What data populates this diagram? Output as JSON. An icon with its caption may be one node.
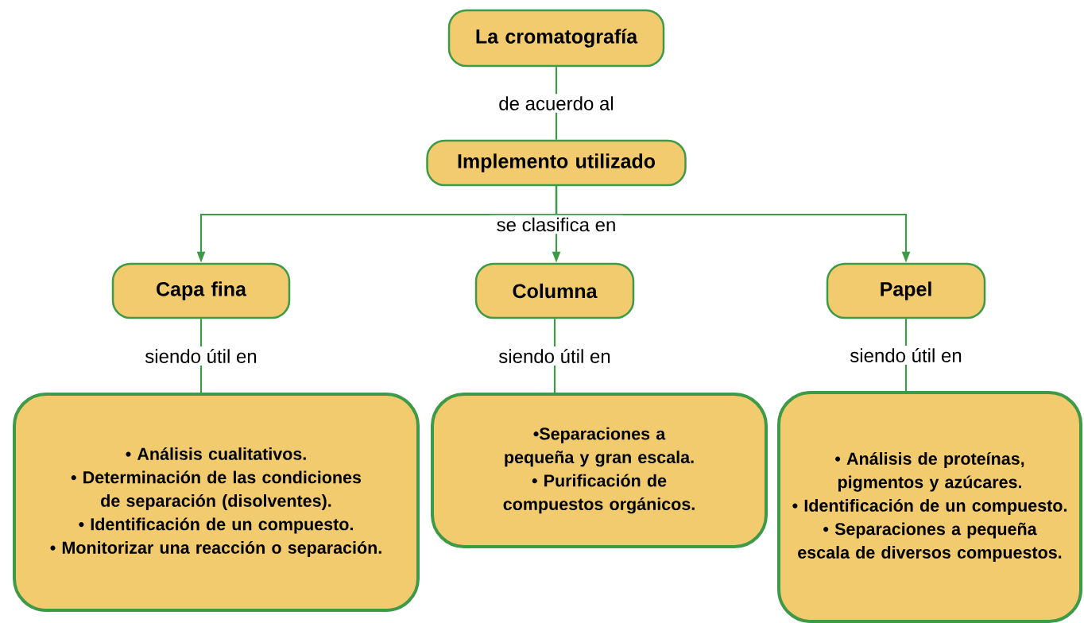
{
  "diagram": {
    "nodes": [
      {
        "text": [
          "La cromatografía"
        ]
      },
      {
        "text": [
          "Implemento utilizado"
        ]
      },
      {
        "text": [
          "Capa fina"
        ]
      },
      {
        "text": [
          "Columna"
        ]
      },
      {
        "text": [
          "Papel"
        ]
      },
      {
        "text": [
          "• Análisis cualitativos.",
          "• Determinación de las condiciones de separación (disolventes).",
          "• Identificación de un compuesto.",
          "• Monitorizar una reacción o separación."
        ]
      },
      {
        "text": [
          "•Separaciones a pequeña y gran escala.",
          "• Purificación de compuestos orgánicos."
        ]
      },
      {
        "text": [
          "• Análisis de proteínas, pigmentos y azúcares.",
          "• Identificación de un compuesto.",
          "• Separaciones a pequeña escala de diversos compuestos."
        ]
      }
    ],
    "edges": [
      {
        "from": 0,
        "to": 1,
        "arrow": "none",
        "label": "de acuerdo al"
      },
      {
        "from": 1,
        "to": 2,
        "arrow": "to"
      },
      {
        "from": 1,
        "to": 3,
        "arrow": "to",
        "label": "se clasifica en"
      },
      {
        "from": 1,
        "to": 4,
        "arrow": "to"
      },
      {
        "from": 2,
        "to": 5,
        "arrow": "none",
        "label": "siendo útil en"
      },
      {
        "from": 3,
        "to": 6,
        "arrow": "none",
        "label": "siendo útil en"
      },
      {
        "from": 4,
        "to": 7,
        "arrow": "none",
        "label": "siendo útil en"
      }
    ]
  }
}
